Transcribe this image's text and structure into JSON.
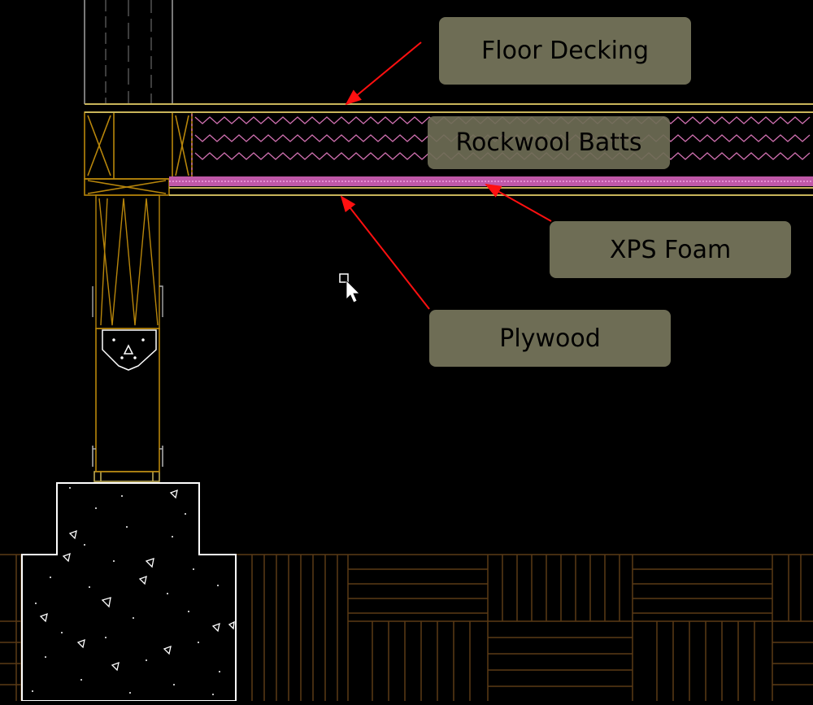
{
  "diagram": {
    "background": "#000000",
    "colors": {
      "framing": "#b8860b",
      "floor_line": "#c8b45a",
      "insulation": "#d070b0",
      "foam": "#d060b8",
      "concrete": "#ffffff",
      "soil": "#5a3a16",
      "arrow": "#ff1010",
      "callout_fill": "#6e6d55"
    },
    "callouts": {
      "floor_decking": "Floor Decking",
      "rockwool_batts": "Rockwool Batts",
      "xps_foam": "XPS Foam",
      "plywood": "Plywood"
    },
    "cursor": "pointer-cursor-with-box"
  }
}
